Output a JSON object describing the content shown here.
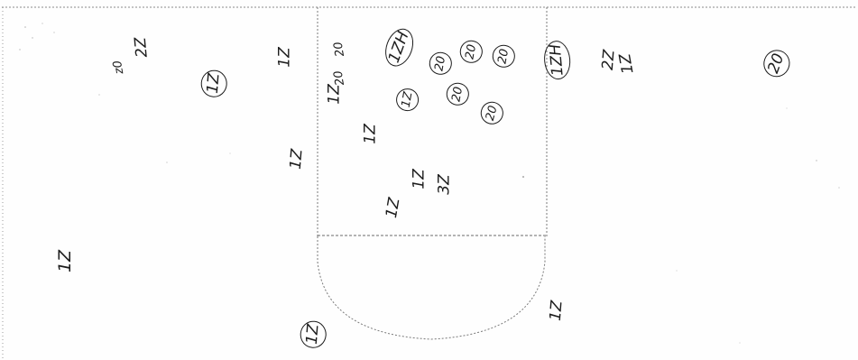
{
  "marks": [
    {
      "id": "m01",
      "text": "2Z",
      "circled": false
    },
    {
      "id": "m02",
      "text": "z0",
      "circled": false
    },
    {
      "id": "m03",
      "text": "1Z",
      "circled": true
    },
    {
      "id": "m04",
      "text": "1Z",
      "circled": false
    },
    {
      "id": "m05",
      "text": "1Z",
      "circled": false
    },
    {
      "id": "m06",
      "text": "1Z",
      "circled": false
    },
    {
      "id": "m07",
      "text": "20",
      "circled": false
    },
    {
      "id": "m08",
      "text": "20",
      "circled": false
    },
    {
      "id": "m09",
      "text": "1Z",
      "circled": false
    },
    {
      "id": "m10",
      "text": "1Z",
      "circled": false
    },
    {
      "id": "m11",
      "text": "1Z",
      "circled": false
    },
    {
      "id": "m12",
      "text": "1Z",
      "circled": false
    },
    {
      "id": "m13",
      "text": "1Z",
      "circled": false
    },
    {
      "id": "m14",
      "text": "3Z",
      "circled": false
    },
    {
      "id": "m15",
      "text": "1Z",
      "circled": false
    },
    {
      "id": "m16",
      "text": "2Z",
      "circled": false
    },
    {
      "id": "m17",
      "text": "1Z",
      "circled": true
    },
    {
      "id": "m18",
      "text": "1ZH",
      "circled": true
    },
    {
      "id": "m19",
      "text": "20",
      "circled": true
    },
    {
      "id": "m20",
      "text": "20",
      "circled": true
    },
    {
      "id": "m21",
      "text": "20",
      "circled": true
    },
    {
      "id": "m22",
      "text": "1Z",
      "circled": true
    },
    {
      "id": "m23",
      "text": "20",
      "circled": true
    },
    {
      "id": "m24",
      "text": "20",
      "circled": true
    },
    {
      "id": "m25",
      "text": "1ZH",
      "circled": true
    },
    {
      "id": "m26",
      "text": "1Z",
      "circled": false
    },
    {
      "id": "m27",
      "text": "20",
      "circled": true
    }
  ]
}
